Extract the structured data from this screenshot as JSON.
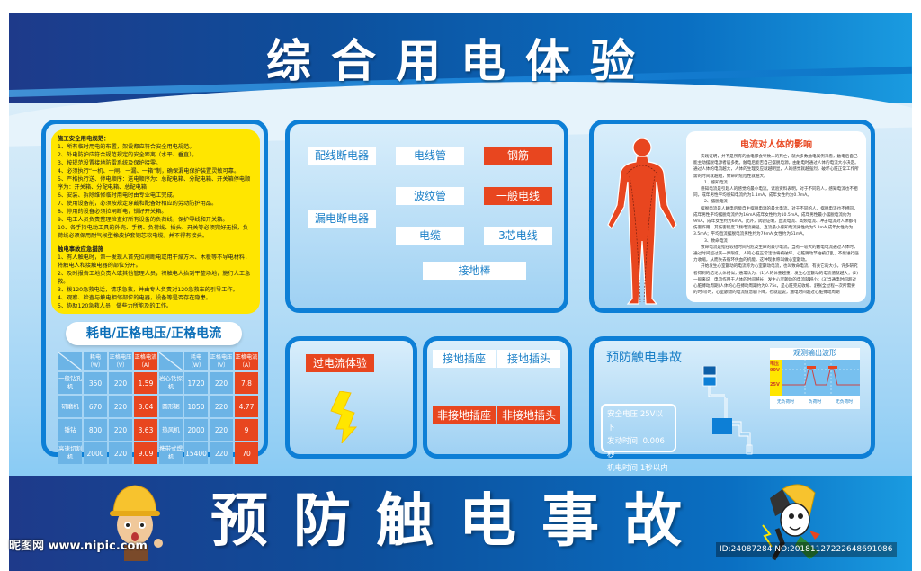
{
  "header": {
    "title": "综合用电体验"
  },
  "safety_rules": {
    "section1_title": "施工安全用电规范：",
    "section1_items": [
      "1、所有临时用电的布置，架设都应符合安全用电规范。",
      "2、外电防护应符合规范规定的安全距离（水平、垂直）。",
      "3、按规范设置接地防雷系统及保护接零。",
      "4、必须执行“一机、一闸、一漏、一箱”制，确保漏电保护装置灵敏可靠。",
      "5、严格执行送、停电顺序：送电顺序为：总配电箱、分配电箱、开关箱停电顺序为：开关箱、分配电箱、总配电箱",
      "6、安装、拆除维修临时用电时由专业电工完成。",
      "7、使用设备前，必须按规定穿戴和配备好相应的劳动防护用品。",
      "8、停用的设备必须拉闸断电，锁好开关箱。",
      "9、电工人员负责整理检查好所有设备的负荷线，保护零线和开关箱。",
      "10、各手持电动工具的外壳、手柄、负荷线、插头、开关等必须完好无损，负荷线必须保用耐气候型橡皮护套铜芯软电缆，并不得有接头。"
    ],
    "section2_title": "触电事故应急措施",
    "section2_items": [
      "1、有人触电时，第一发现人首先拉闸断电或用干燥方木、木板等不导电材料，将触电人和接触电器的部位分开。",
      "2、及时报告工地负责人或其他管理人员，将触电人抬到平整场地，施行人工急救。",
      "3、拨120急救电话，请求急救，并由专人负责对120急救车的引导工作。",
      "4、观察、检查与触电相邻部位的电器，设备等是否存在隐患。",
      "5、协助120急救人员，做些力所能及的工作。"
    ]
  },
  "power_table": {
    "title": "耗电/正格电压/正格电流",
    "headers": [
      "耗电（W）",
      "正格电压（V）",
      "正格电流（A）"
    ],
    "rows": [
      {
        "left": {
          "name": "一般钻孔机",
          "w": "350",
          "v": "220",
          "a": "1.59"
        },
        "right": {
          "name": "岩心钻探机",
          "w": "1720",
          "v": "220",
          "a": "7.8"
        }
      },
      {
        "left": {
          "name": "研磨机",
          "w": "670",
          "v": "220",
          "a": "3.04"
        },
        "right": {
          "name": "圆形锯",
          "w": "1050",
          "v": "220",
          "a": "4.77"
        }
      },
      {
        "left": {
          "name": "锤钻",
          "w": "800",
          "v": "220",
          "a": "3.63"
        },
        "right": {
          "name": "热风机",
          "w": "2000",
          "v": "220",
          "a": "9"
        }
      },
      {
        "left": {
          "name": "高速切割机",
          "w": "2000",
          "v": "220",
          "a": "9.09"
        },
        "right": {
          "name": "携带式焊机",
          "w": "15400",
          "v": "220",
          "a": "70"
        }
      }
    ]
  },
  "materials": {
    "breaker1": "配线断电器",
    "breaker2": "漏电断电器",
    "conduit": "电线管",
    "rebar": "钢筋",
    "corrugated": "波纹管",
    "general_wire": "一般电线",
    "cable": "电缆",
    "three_core": "3芯电线",
    "ground_rod": "接地棒"
  },
  "effects": {
    "title": "电流对人体的影响",
    "intro": "实践证明，并不是所有的触电都会导致人的死亡，就大多数触电案例来看，触电后自己能主动摆脱电源者居多数。触电后能否自己摆脱电源，由触电时通过人体的电流大小决定。通过人体的电流越大，人体的生理反应就越明显，人的感觉就越强烈，破坏心脏正常工作所需的时间就越短，致命的危险性就越大。",
    "s1_title": "1、感知电流",
    "s1_text": "感知电流是引起人的感觉的最小电流。试验资料表明，对于不同的人，感知电流也不相同，成年男性平均感知电流约为1.1mA，成年女性约为0.7mA。",
    "s2_title": "2、摆脱电流",
    "s2_text": "摆脱电流是人触电后能自主摆脱电源的最大电流。对于不同的人，摆脱电流也不相同，成年男性平均摆脱电流约为16mA,成年女性约为10.5mA。成年男性最小摆脱电流约为9mA，成年女性约为6mA。此外，试验证明，直流电流、高频电流、冲击电流对人体都有伤害作用，其伤害程度工频电流要轻。直流最小感知电流男性约为5.2mA,成年女性约为3.5mA；平均直流摆脱电流男性约为76mA,女性约为51mA。",
    "s3_title": "3、致命电流",
    "s3_text": "致命电流是指在较短时间内危及生命的最小电流。当有一较大的触电电流通过人体时，通过时间超过某一界限值，人的心脏正常活动将被破坏，心脏跳动节拍被打乱，不能进行强力收缩，从而失去循环供血的机能，这种现象称叫做心室颤动。",
    "s3_text2": "开始发生心室颤动的电流称为心室颤动电流，也叫致命电流。有关它的大小，许多研究者得到的结论大体相似，通常认为：(1)人的体重越重，发生心室颤动的电流值就越大；(2)一般来说，电流作用于人体的时间越长，发生心室颤动的电流就越小；(3)当通电时间超过心脏搏动周期(人体的心脏搏动周期约为0.75s，是心脏完成收缩、舒张全过程一次所需要的时间)时，心室颤动的电流值急剧下降，也就是说，触电时间超过心脏搏动周期"
  },
  "overcurrent": {
    "label": "过电流体验"
  },
  "plugs": {
    "grounded_socket": "接地插座",
    "grounded_plug": "接地插头",
    "ungrounded_socket": "非接地插座",
    "ungrounded_plug": "非接地插头"
  },
  "prevention": {
    "title": "预防触电事故",
    "safe_voltage": "安全电压:25V以下",
    "trigger_time": "发动时间: 0.006秒",
    "cutoff_time": "机电时间:1秒以内",
    "wave": {
      "title": "观测输出波形",
      "y_label": "电压",
      "y_high": "90V",
      "y_low": "25V",
      "x_labels": [
        "无负荷时",
        "负荷时",
        "无负荷时"
      ]
    }
  },
  "footer": {
    "title": "预防触电事故",
    "watermark_left": "昵图网 www.nipic.com",
    "watermark_right": "ID:24087284 NO:20181127222648691086"
  },
  "colors": {
    "accent_blue": "#0d7fd6",
    "accent_red": "#e8461f",
    "accent_yellow": "#ffe600",
    "banner_dark": "#1e3a8a"
  }
}
